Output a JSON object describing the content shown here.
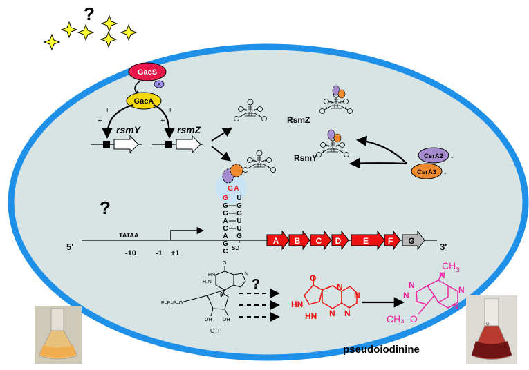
{
  "qmarks": {
    "top": "?",
    "mid": "?",
    "arrow": "?"
  },
  "regulators": {
    "gacs": "GacS",
    "gaca": "GacA",
    "phospho": "P",
    "plus": "+"
  },
  "genes": {
    "rsmy": "rsmY",
    "rsmz": "rsmZ"
  },
  "srna": {
    "rsmz_label": "RsmZ",
    "rsmy_label": "RsmY"
  },
  "csr": {
    "a2": "CsrA2",
    "a3": "CsrA3",
    "minus": "-"
  },
  "hairpin": {
    "loop": [
      "G",
      "A",
      "G",
      "U"
    ],
    "left_stem": [
      "G",
      "G",
      "A",
      "C",
      "A",
      "G",
      "C"
    ],
    "right_stem": [
      "G",
      "G",
      "U",
      "U",
      "G"
    ],
    "sd_label": "SD"
  },
  "promoter": {
    "tataa": "TATAA",
    "m10": "-10",
    "m1": "-1",
    "p1": "+1",
    "five": "5'",
    "three": "3'"
  },
  "operon": {
    "genes": [
      "A",
      "B",
      "C",
      "D",
      "E",
      "F",
      "G"
    ]
  },
  "gtp": {
    "label": "GTP",
    "ppp": "P–P–P–O"
  },
  "product": {
    "name": "pseudoiodinine",
    "ch3_top": "CH",
    "ch3_sub": "3",
    "och3": "CH₃–O"
  },
  "colors": {
    "cytoplasm": "#d8e4e4",
    "membrane": "#1e90e8",
    "arrow_red": "#ee1111",
    "gene_grey": "#b8b8b8",
    "pink": "#ee1fa0"
  }
}
